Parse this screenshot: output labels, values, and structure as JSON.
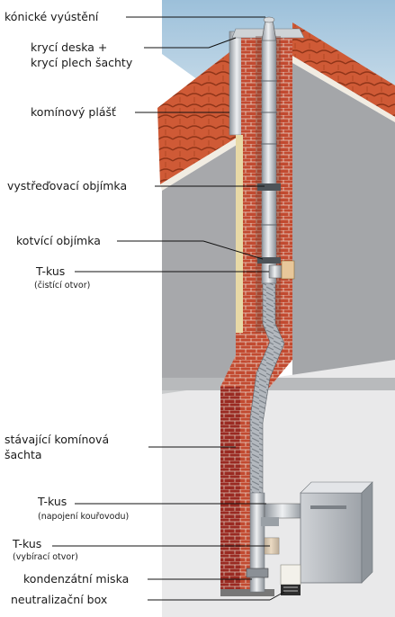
{
  "labels": {
    "conical_outlet": "kónické vyústění",
    "cover_plate_1": "krycí deska +",
    "cover_plate_2": "krycí plech šachty",
    "chimney_casing": "komínový plášť",
    "centering_collar": "vystřeďovací objímka",
    "anchor_collar": "kotvící objímka",
    "tee_cleaning": "T-kus",
    "tee_cleaning_note": "(čistící otvor)",
    "existing_shaft_1": "stávající komínová",
    "existing_shaft_2": "šachta",
    "tee_flue": "T-kus",
    "tee_flue_note": "(napojení kouřovodu)",
    "tee_collection": "T-kus",
    "tee_collection_note": "(vybírací otvor)",
    "condensate_tray": "kondenzátní miska",
    "neutralization_box": "neutralizační box"
  },
  "colors": {
    "sky": "#b4cfe2",
    "roof_tile": "#cf5a36",
    "brick": "#c24a30",
    "dark_brick": "#9a2a22",
    "steel": "#b9bec4",
    "wall": "#a7a8ab",
    "render": "#e8d9a6"
  }
}
